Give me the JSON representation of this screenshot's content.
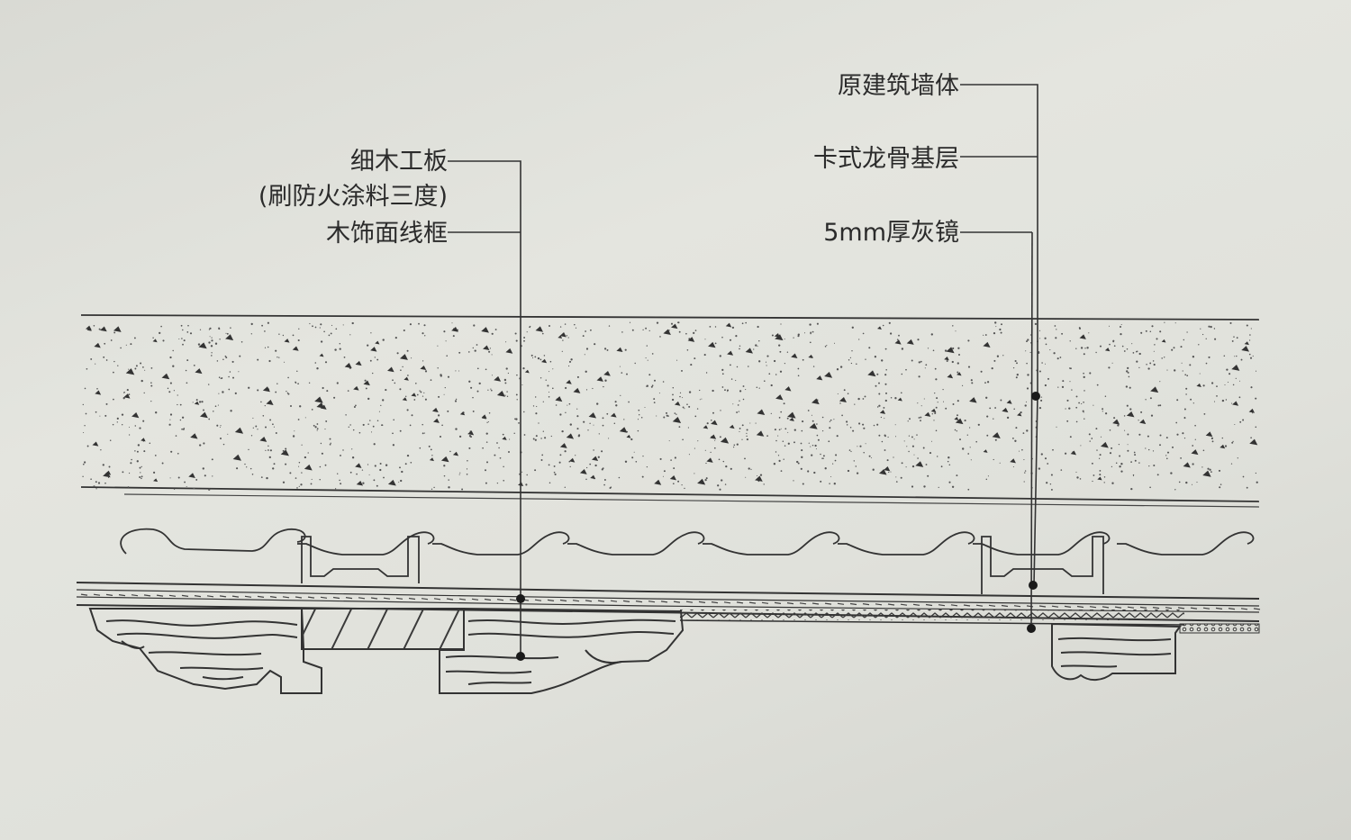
{
  "callouts_left": [
    {
      "id": "fine-board",
      "text": "细木工板"
    },
    {
      "id": "fireproof-note",
      "text": "(刷防火涂料三度)"
    },
    {
      "id": "wood-frame",
      "text": "木饰面线框"
    }
  ],
  "callouts_right": [
    {
      "id": "wall",
      "text": "原建筑墙体"
    },
    {
      "id": "keel",
      "text": "卡式龙骨基层"
    },
    {
      "id": "mirror",
      "text": "5mm厚灰镜"
    }
  ],
  "colors": {
    "line": "#3a3a3a",
    "paper": "#e2e3dd"
  }
}
